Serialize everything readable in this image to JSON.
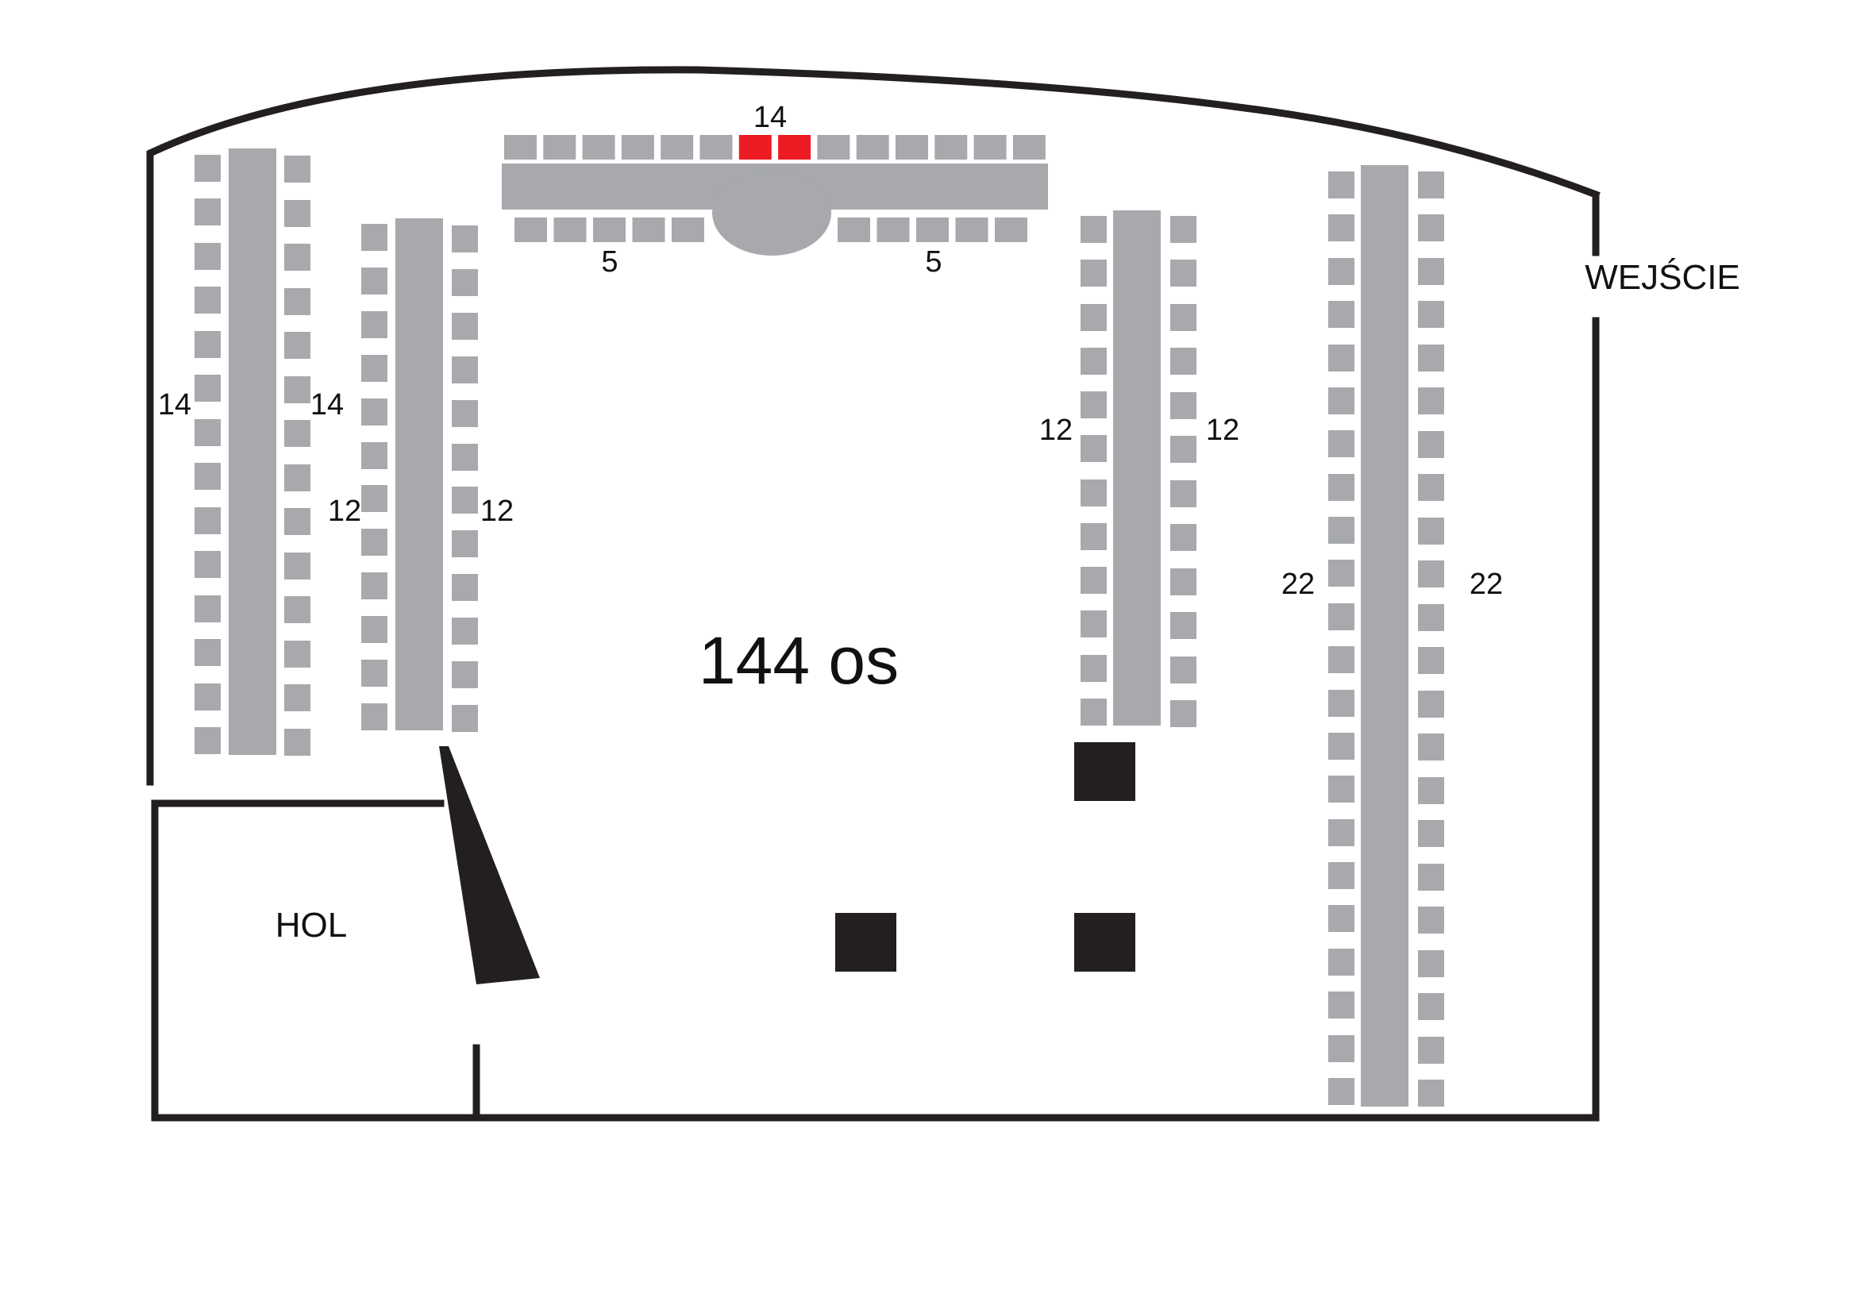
{
  "labels": {
    "entrance": "WEJŚCIE",
    "hall": "HOL",
    "total": "144 os"
  },
  "counts": {
    "head_top": "14",
    "head_bottom_left": "5",
    "head_bottom_right": "5",
    "t1_left": "14",
    "t1_right": "14",
    "t2_left": "12",
    "t2_right": "12",
    "t3_left": "12",
    "t3_right": "12",
    "t4_left": "22",
    "t4_right": "22"
  },
  "colors": {
    "wall": "#231f20",
    "table": "#a7a9ac",
    "chair": "#a7a9ac",
    "highlight_chair": "#ed1c24",
    "pillar": "#231f20"
  }
}
